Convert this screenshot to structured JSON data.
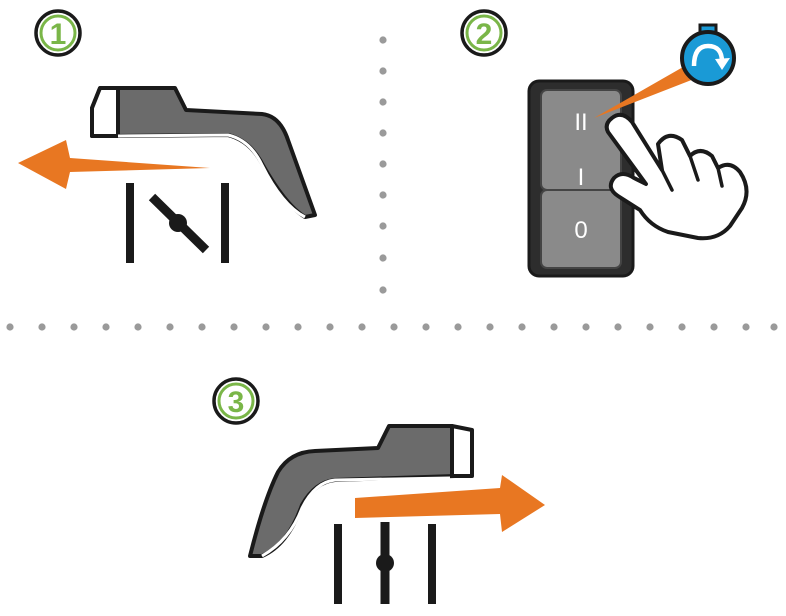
{
  "steps": [
    {
      "number": "1"
    },
    {
      "number": "2"
    },
    {
      "number": "3"
    }
  ],
  "switch": {
    "upper_label": "II",
    "middle_label": "I",
    "lower_label": "0"
  },
  "colors": {
    "arrow": "#e87722",
    "step_ring": "#7ab648",
    "badge": "#1a9ad6",
    "handle_body": "#6b6b6b",
    "outline": "#1a1a1a",
    "dots": "#9a9a9a"
  },
  "icons": {
    "badge": "rotate-clockwise-icon",
    "hand": "pointing-hand-icon"
  }
}
